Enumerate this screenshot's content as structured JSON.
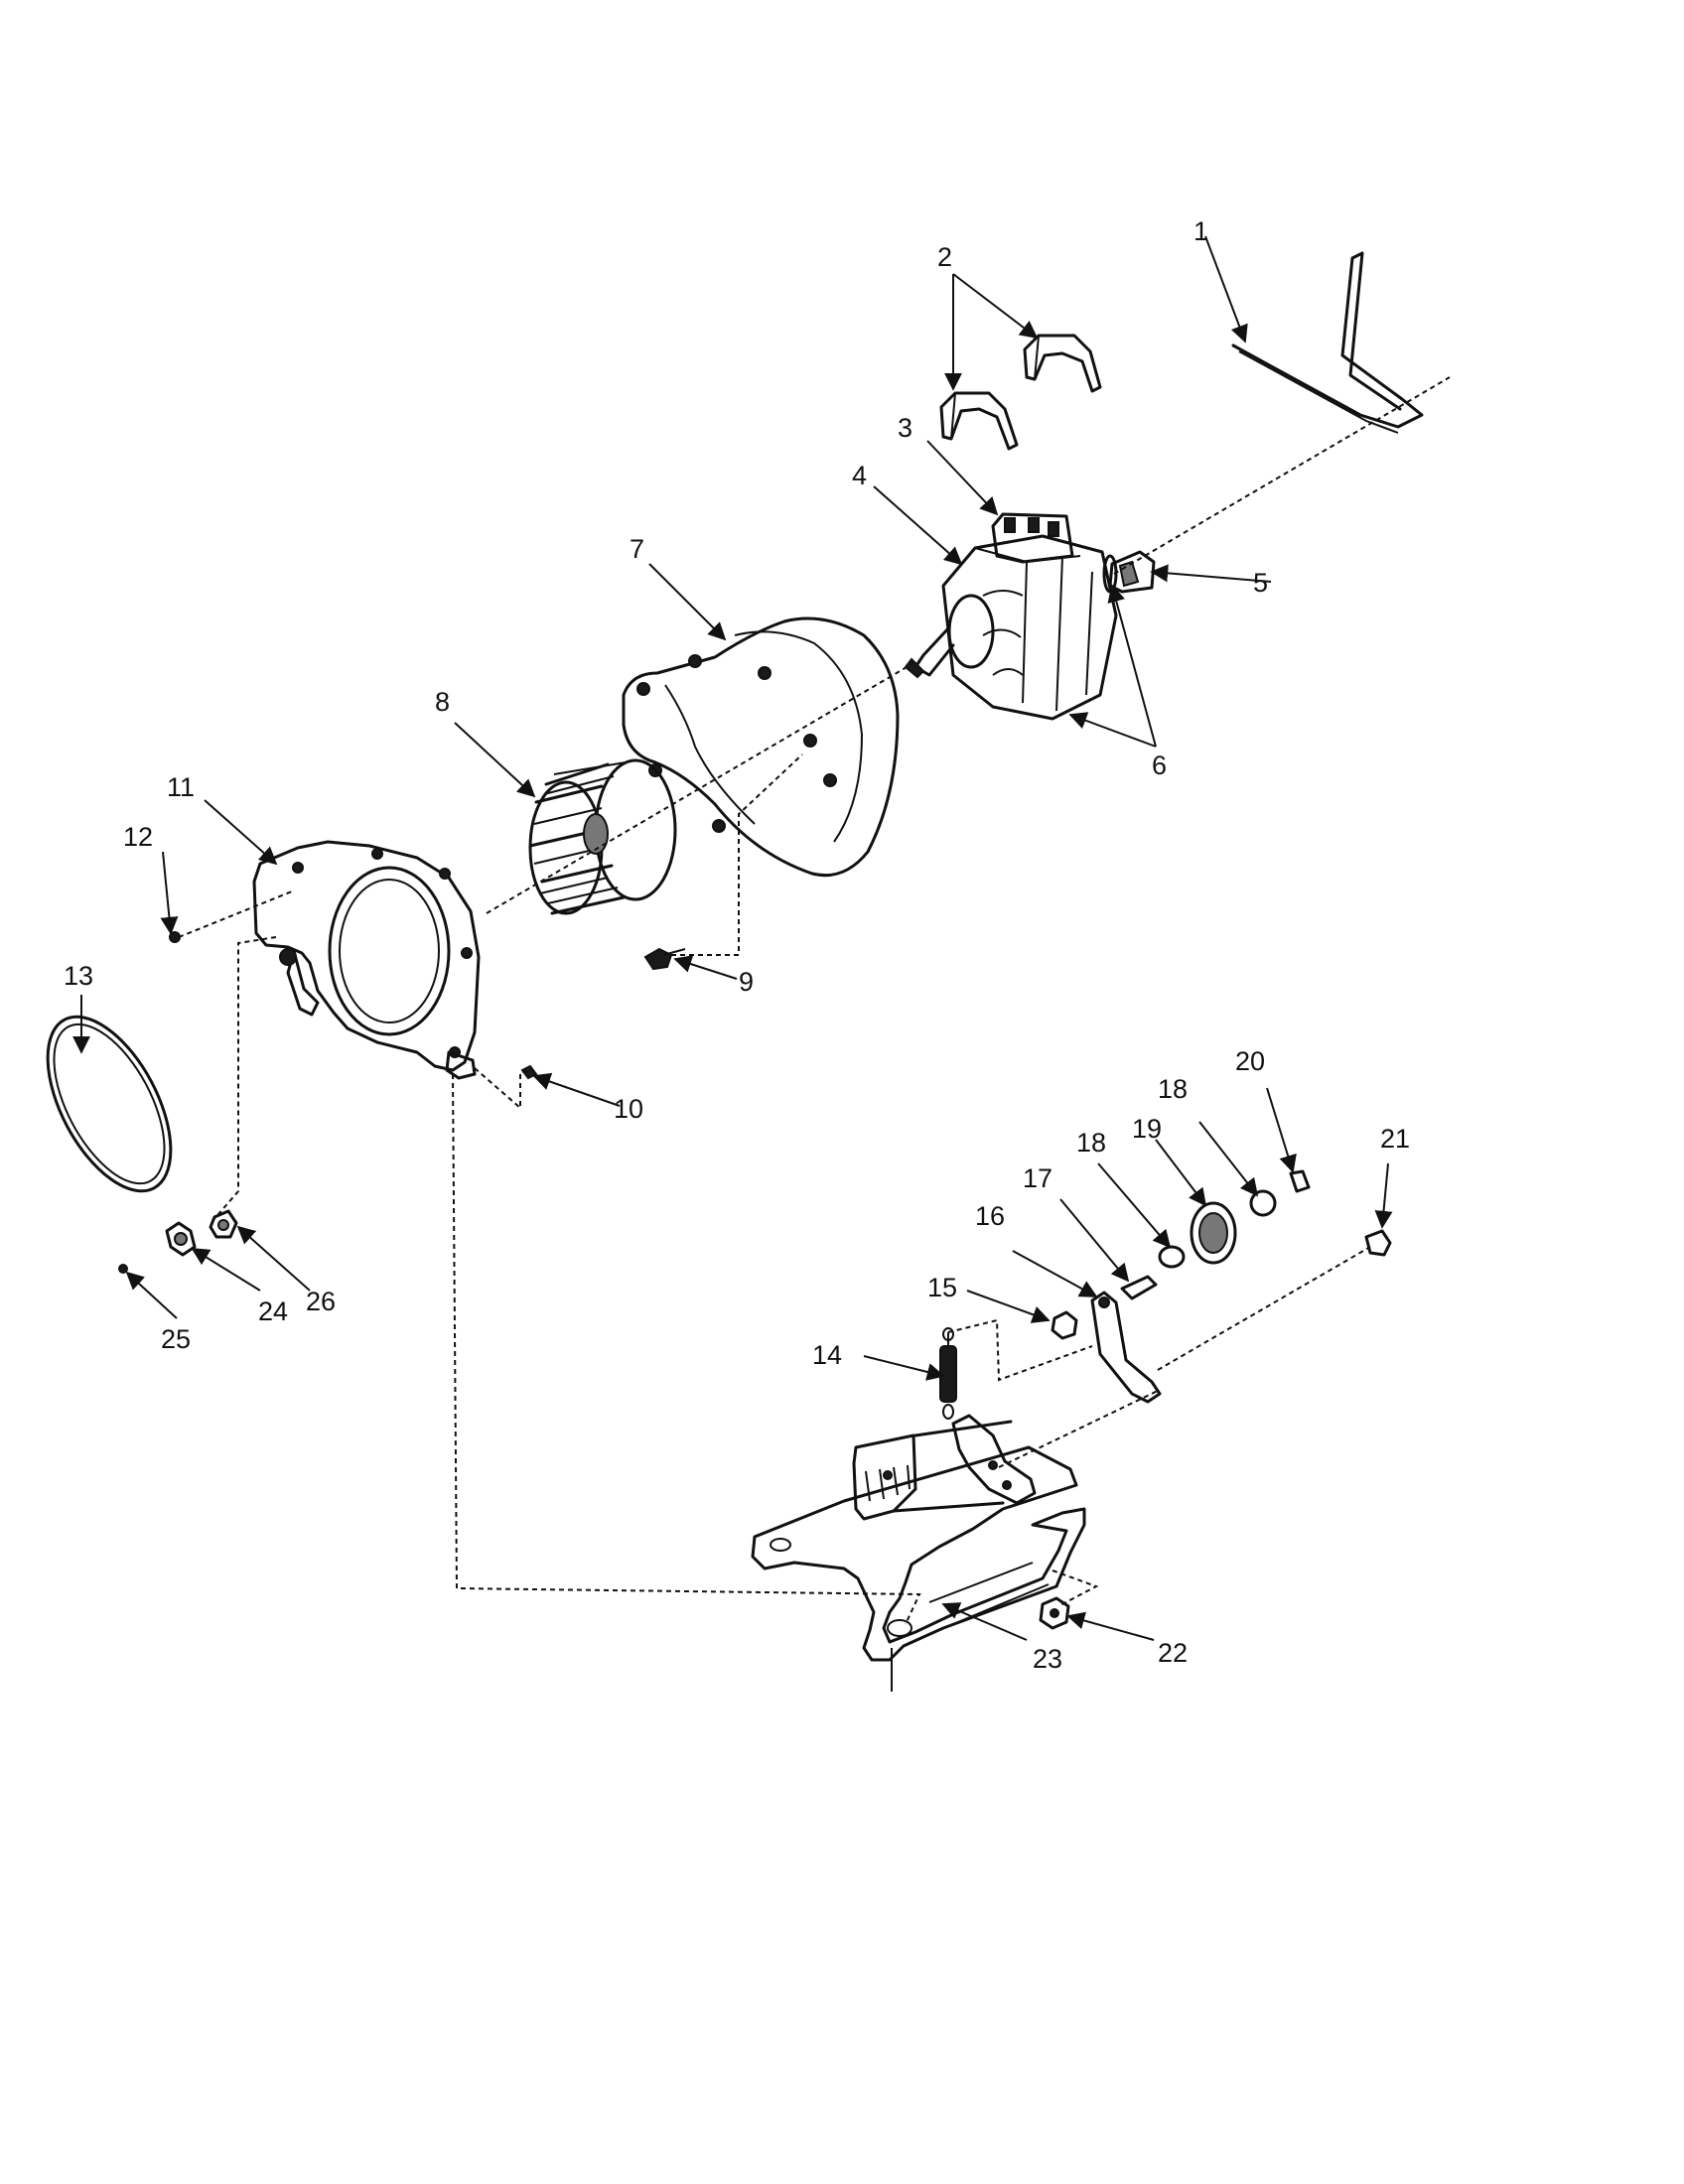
{
  "callouts": [
    "1",
    "2",
    "3",
    "4",
    "5",
    "6",
    "7",
    "8",
    "9",
    "10",
    "11",
    "12",
    "13",
    "14",
    "15",
    "16",
    "17",
    "18",
    "18",
    "19",
    "20",
    "21",
    "22",
    "23",
    "24",
    "25",
    "26"
  ]
}
